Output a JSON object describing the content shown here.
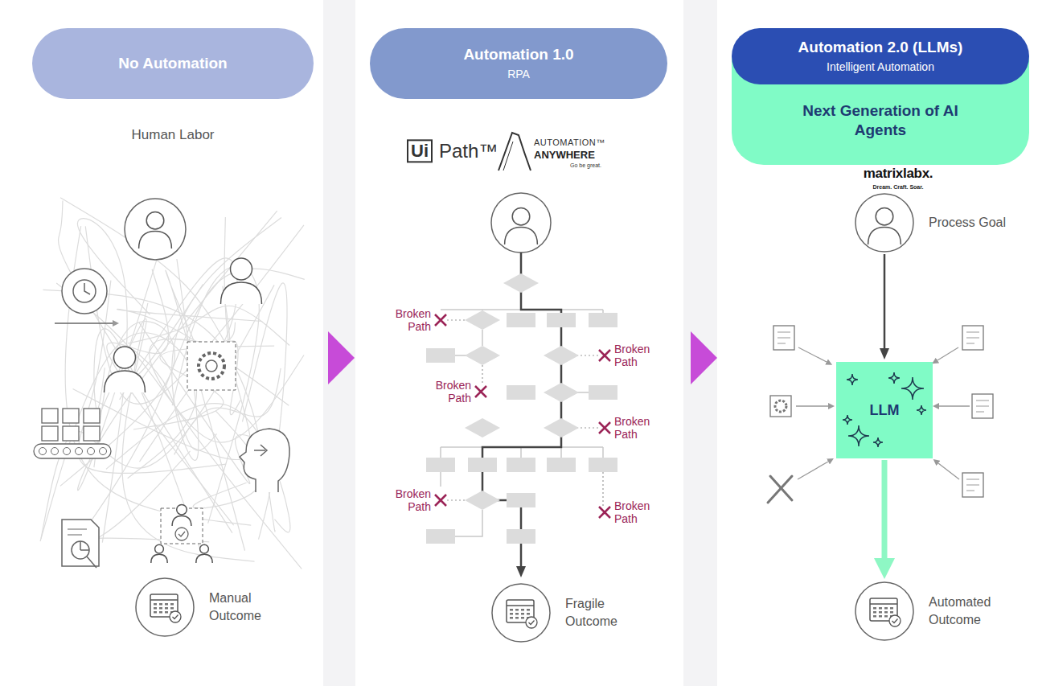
{
  "diagram": {
    "nodes": [
      {
        "text": [
          "No Automation"
        ]
      },
      {
        "text": [
          "Automation 1.0",
          "RPA"
        ]
      },
      {
        "text": [
          "Automation 2.0 (LLMs)",
          "Intelligent Automation"
        ]
      },
      {
        "text": [
          "Next Generation of AI Agents"
        ]
      },
      {
        "text": [
          "Manual Outcome"
        ]
      },
      {
        "text": [
          "Fragile Outcome"
        ]
      },
      {
        "text": [
          "Process Goal"
        ]
      },
      {
        "text": [
          "LLM"
        ]
      },
      {
        "text": [
          "Automated Outcome"
        ]
      }
    ],
    "edges": [
      {
        "from": 6,
        "to": 7,
        "arrow": "to"
      },
      {
        "from": 7,
        "to": 8,
        "arrow": "to"
      }
    ],
    "labels": [
      "Human Labor",
      "Ui",
      "Path™",
      "AUTOMATION™",
      "ANYWHERE",
      "Go be great.",
      "matrixlabx.",
      "Dream. Craft. Soar.",
      "Broken Path",
      "Broken Path",
      "Broken Path",
      "Broken Path",
      "Broken Path",
      "Broken Path"
    ]
  }
}
